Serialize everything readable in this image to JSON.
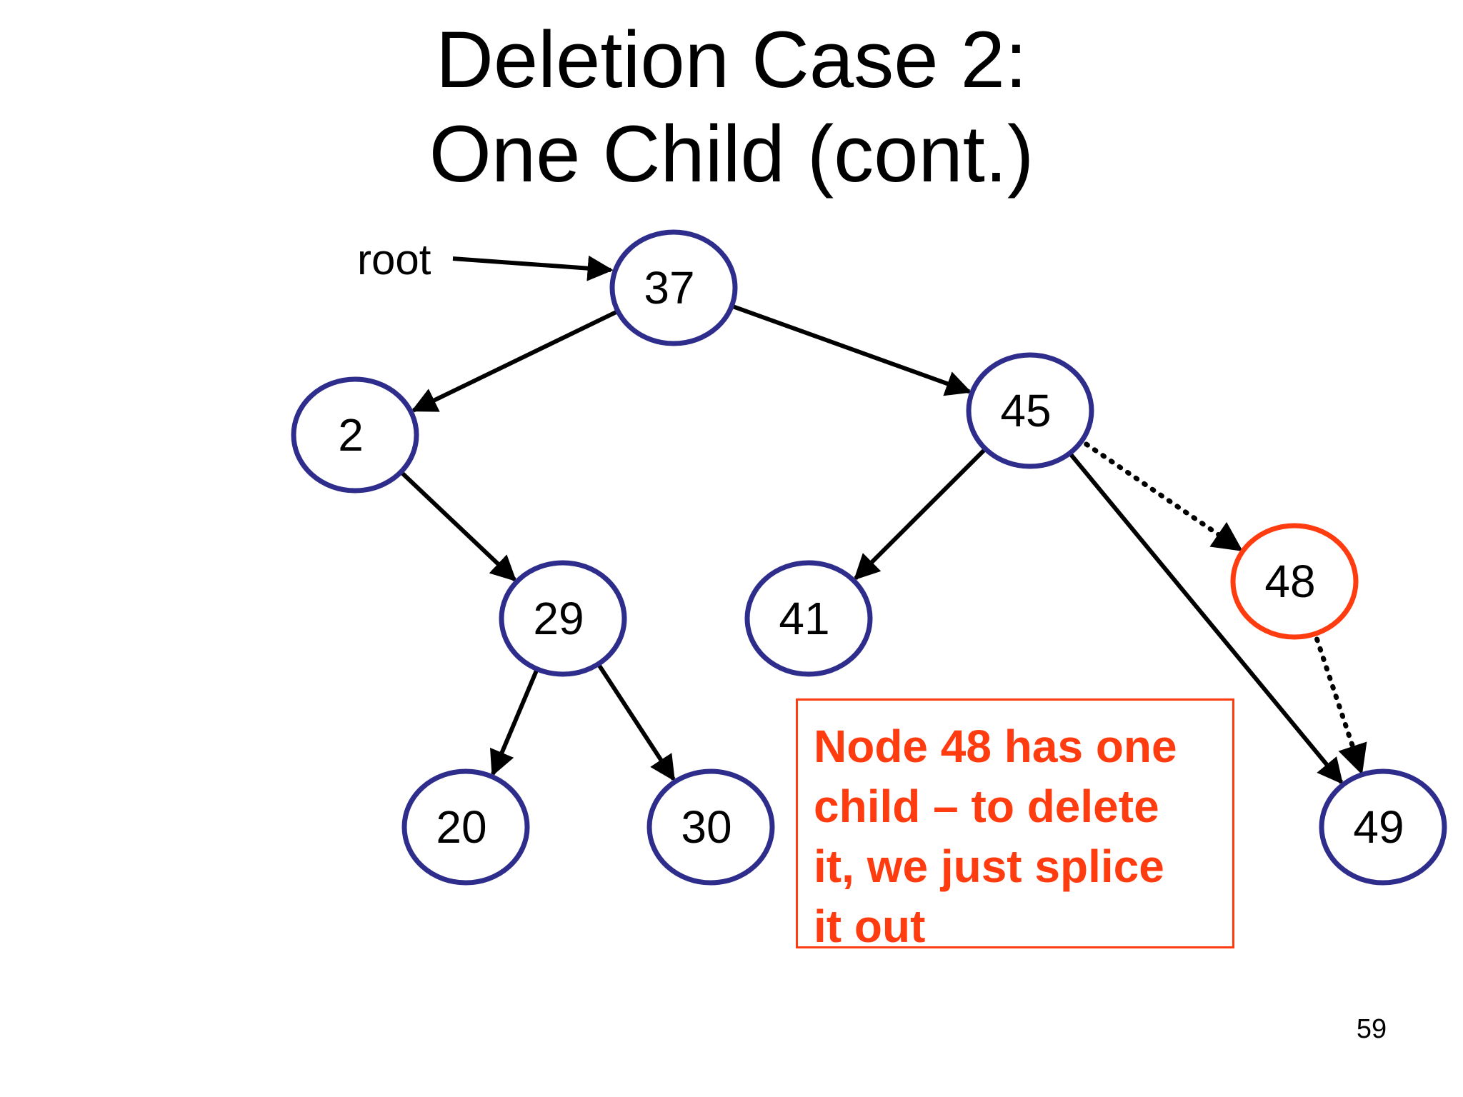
{
  "slide": {
    "title_lines": [
      "Deletion Case 2:",
      "One Child (cont.)"
    ],
    "page_number": "59",
    "root_label": "root",
    "callout_lines": [
      "Node 48 has one",
      "child – to delete",
      "it, we just splice",
      "it out"
    ]
  },
  "tree": {
    "nodes": [
      {
        "id": "n37",
        "label": "37",
        "state": "normal"
      },
      {
        "id": "n2",
        "label": "2",
        "state": "normal"
      },
      {
        "id": "n45",
        "label": "45",
        "state": "normal"
      },
      {
        "id": "n29",
        "label": "29",
        "state": "normal"
      },
      {
        "id": "n41",
        "label": "41",
        "state": "normal"
      },
      {
        "id": "n48",
        "label": "48",
        "state": "to-delete"
      },
      {
        "id": "n20",
        "label": "20",
        "state": "normal"
      },
      {
        "id": "n30",
        "label": "30",
        "state": "normal"
      },
      {
        "id": "n49",
        "label": "49",
        "state": "normal"
      }
    ],
    "edges": [
      {
        "from": "n37",
        "to": "n2",
        "style": "solid"
      },
      {
        "from": "n37",
        "to": "n45",
        "style": "solid"
      },
      {
        "from": "n2",
        "to": "n29",
        "style": "solid"
      },
      {
        "from": "n29",
        "to": "n20",
        "style": "solid"
      },
      {
        "from": "n29",
        "to": "n30",
        "style": "solid"
      },
      {
        "from": "n45",
        "to": "n41",
        "style": "solid"
      },
      {
        "from": "n45",
        "to": "n49",
        "style": "solid"
      },
      {
        "from": "n45",
        "to": "n48",
        "style": "dotted"
      },
      {
        "from": "n48",
        "to": "n49",
        "style": "dotted"
      }
    ]
  },
  "colors": {
    "node_stroke": "#2e2d8c",
    "deleted_node_stroke": "#ff3b10",
    "edge": "#000000",
    "callout": "#ff3b10"
  }
}
